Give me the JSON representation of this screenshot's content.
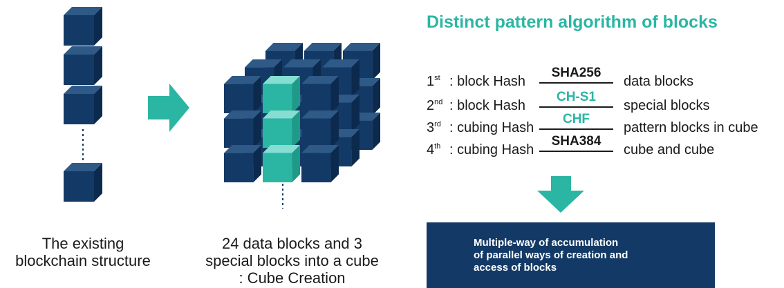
{
  "colors": {
    "accent": "#2bb6a3",
    "navy": "#133a66",
    "text": "#1a1a1a"
  },
  "captions": {
    "left": "The existing\nblockchain structure",
    "middle": "24 data blocks and 3\nspecial blocks into a cube\n: Cube Creation"
  },
  "title": "Distinct pattern algorithm of blocks",
  "algorithms": [
    {
      "num": "1",
      "sup": "st",
      "label": ": block Hash",
      "alg": "SHA256",
      "alg_color": "#1a1a1a",
      "desc": "data blocks"
    },
    {
      "num": "2",
      "sup": "nd",
      "label": ": block Hash",
      "alg": "CH-S1",
      "alg_color": "#2bb6a3",
      "desc": "special blocks"
    },
    {
      "num": "3",
      "sup": "rd",
      "label": ": cubing Hash",
      "alg": "CHF",
      "alg_color": "#2bb6a3",
      "desc": "pattern blocks in cube"
    },
    {
      "num": "4",
      "sup": "th",
      "label": ": cubing Hash",
      "alg": "SHA384",
      "alg_color": "#1a1a1a",
      "desc": "cube and cube"
    }
  ],
  "summary": "Multiple-way of accumulation\nof parallel ways  of creation and\naccess of blocks"
}
